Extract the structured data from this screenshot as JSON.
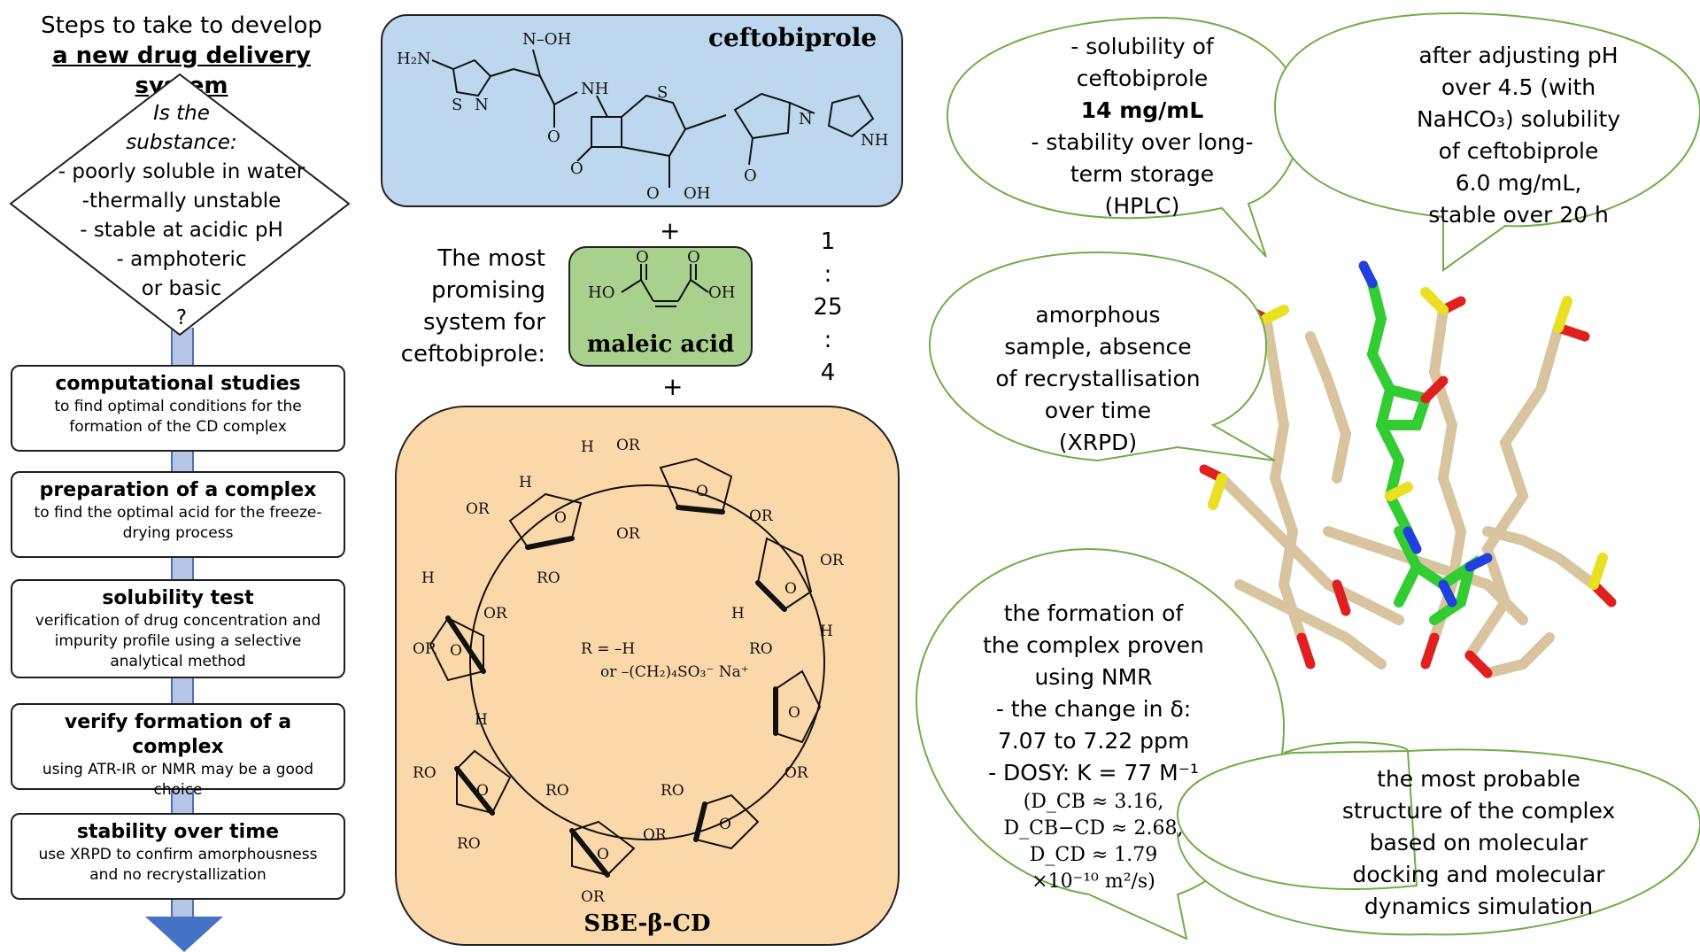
{
  "flow": {
    "title_line1": "Steps to take to develop",
    "title_line2": "a new drug delivery system",
    "diamond": {
      "lines": [
        "Is the",
        "substance:",
        "- poorly soluble in water",
        "-thermally unstable",
        "- stable at acidic pH",
        "- amphoteric",
        "or basic",
        "?"
      ]
    },
    "steps": [
      {
        "title": "computational studies",
        "desc": "to find optimal conditions for the formation of the CD complex"
      },
      {
        "title": "preparation of a complex",
        "desc": "to find the optimal acid for the freeze-drying process"
      },
      {
        "title": "solubility test",
        "desc": "verification of drug concentration and impurity profile using a selective analytical method"
      },
      {
        "title": "verify formation of a complex",
        "desc": "using ATR-IR or NMR may be a good choice"
      },
      {
        "title": "stability over time",
        "desc": "use XRPD  to confirm amorphousness and no recrystallization"
      }
    ]
  },
  "middle": {
    "ceftobiprole_label": "ceftobiprole",
    "maleic_label": "maleic  acid",
    "sbe_label": "SBE-β-CD",
    "plus": "+",
    "promising_text": "The most promising system for ceftobiprole:",
    "ratio": [
      "1",
      ":",
      "25",
      ":",
      "4"
    ],
    "chem": {
      "h2n": "H₂N",
      "noh": "N–OH",
      "nh": "NH",
      "s": "S",
      "n": "N",
      "o": "O",
      "oh": "OH",
      "ho": "HO",
      "h": "H",
      "or": "OR",
      "ro": "RO",
      "r_def1": "R  = –H",
      "r_def2": "or  –(CH₂)₄SO₃⁻ Na⁺"
    }
  },
  "bubbles": {
    "b1_lines": [
      "- solubility of",
      "ceftobiprole",
      "14 mg/mL",
      "- stability over long-",
      "term storage",
      "(HPLC)"
    ],
    "b2_lines": [
      "after adjusting pH",
      "over 4.5 (with",
      "NaHCO₃) solubility",
      "of ceftobiprole",
      "6.0 mg/mL,",
      "stable over 20 h"
    ],
    "b3_lines": [
      "amorphous",
      "sample, absence",
      "of recrystallisation",
      "over time",
      "(XRPD)"
    ],
    "b4_lines": [
      "the formation of",
      "the complex proven",
      "using NMR",
      "- the change in δ:",
      "7.07 to 7.22 ppm",
      "- DOSY:  K = 77 M⁻¹"
    ],
    "b4_small": [
      "(D_CB ≈ 3.16,",
      "D_CB−CD ≈ 2.68,",
      "D_CD ≈ 1.79",
      "×10⁻¹⁰ m²/s)"
    ],
    "b5_lines": [
      "the most probable",
      "structure of the complex",
      "based on molecular",
      "docking and molecular",
      "dynamics simulation"
    ]
  },
  "colors": {
    "ceft_box": "#bdd7ee",
    "maleic_box": "#a9d18e",
    "sbe_box": "#fbd8a9",
    "bubble_border": "#70ad47",
    "arrow": "#4472c4",
    "mol_beige": "#d9c4a0",
    "mol_green": "#33cc33",
    "mol_red": "#e02020",
    "mol_yellow": "#e8e020",
    "mol_blue": "#2040e0"
  }
}
